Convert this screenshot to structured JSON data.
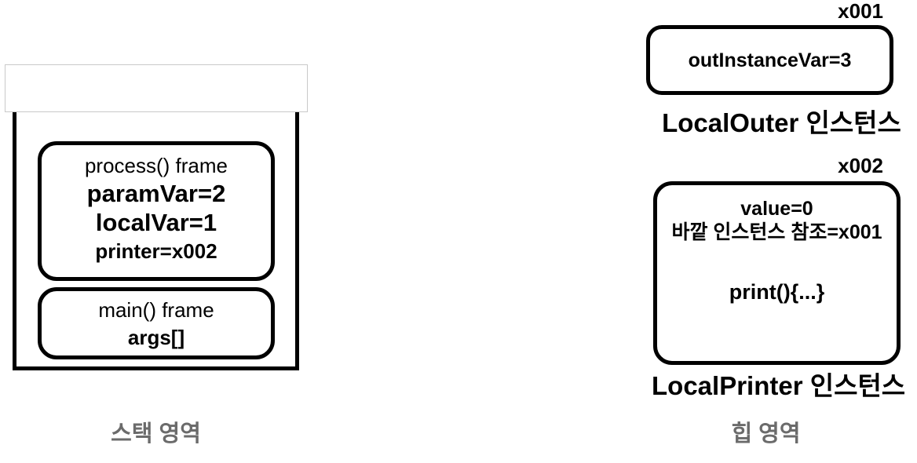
{
  "diagram": {
    "stack": {
      "area_label": "스택 영역",
      "frames": [
        {
          "title": "process() frame",
          "vars": [
            {
              "text": "paramVar=2",
              "emphasis": "large-bold"
            },
            {
              "text": "localVar=1",
              "emphasis": "large-bold"
            },
            {
              "text": "printer=x002",
              "emphasis": "bold"
            }
          ]
        },
        {
          "title": "main() frame",
          "vars": [
            {
              "text": "args[]",
              "emphasis": "bold"
            }
          ]
        }
      ]
    },
    "heap": {
      "area_label": "힙 영역",
      "instances": [
        {
          "address": "x001",
          "fields": [
            "outInstanceVar=3"
          ],
          "caption": "LocalOuter 인스턴스"
        },
        {
          "address": "x002",
          "fields": [
            "value=0",
            "바깥 인스턴스 참조=x001"
          ],
          "method": "print(){...}",
          "caption": "LocalPrinter 인스턴스"
        }
      ]
    },
    "colors": {
      "line": "#000000",
      "background": "#ffffff",
      "area_label_gray": "#6b6b6b",
      "overlay_border": "#c9c9c9"
    }
  }
}
